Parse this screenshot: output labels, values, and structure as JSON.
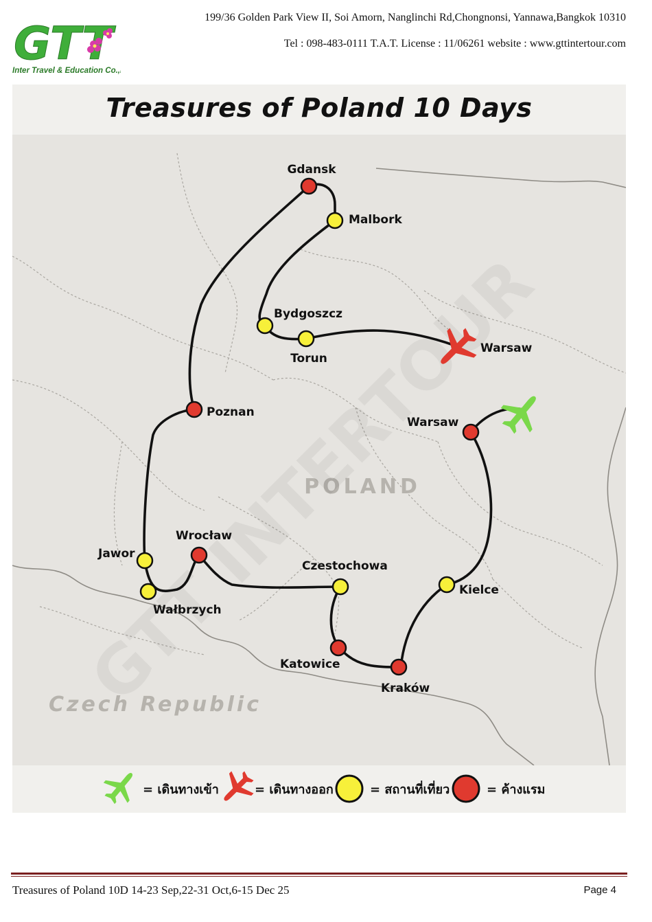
{
  "header": {
    "logo_text": "GTT",
    "logo_subtitle": "Inter Travel & Education Co.,Ltd.",
    "address": "199/36 Golden Park View II, Soi Amorn, Nanglinchi Rd,Chongnonsi, Yannawa,Bangkok 10310",
    "contact": "Tel : 098-483-0111 T.A.T. License : 11/06261 website : www.gttintertour.com"
  },
  "map": {
    "title": "Treasures of Poland 10 Days",
    "country_label": "POLAND",
    "neighbor_label": "Czech Republic",
    "watermark": "GTT INTERTOUR",
    "colors": {
      "route": "#111111",
      "overnight": "#e03a2f",
      "attraction": "#f7f03a",
      "arrival": "#7ad84a",
      "departure": "#e03a2f",
      "land": "#e6e4e0",
      "border": "#b9b6b0"
    },
    "cities": [
      {
        "name": "Gdansk",
        "type": "overnight"
      },
      {
        "name": "Malbork",
        "type": "attraction"
      },
      {
        "name": "Bydgoszcz",
        "type": "attraction"
      },
      {
        "name": "Torun",
        "type": "attraction"
      },
      {
        "name": "Warsaw",
        "type": "departure"
      },
      {
        "name": "Poznan",
        "type": "overnight"
      },
      {
        "name": "Warsaw",
        "type": "overnight"
      },
      {
        "name": "Jawor",
        "type": "attraction"
      },
      {
        "name": "Wrocław",
        "type": "overnight"
      },
      {
        "name": "Wałbrzych",
        "type": "attraction"
      },
      {
        "name": "Czestochowa",
        "type": "attraction"
      },
      {
        "name": "Kielce",
        "type": "attraction"
      },
      {
        "name": "Katowice",
        "type": "overnight"
      },
      {
        "name": "Kraków",
        "type": "overnight"
      }
    ],
    "legend": [
      {
        "icon": "arrival-plane-icon",
        "label": "= เดินทางเข้า"
      },
      {
        "icon": "departure-plane-icon",
        "label": "= เดินทางออก"
      },
      {
        "icon": "yellow-dot-icon",
        "label": "= สถานที่เที่ยว"
      },
      {
        "icon": "red-dot-icon",
        "label": "= ค้างแรม"
      }
    ]
  },
  "footer": {
    "trip": "Treasures of Poland 10D 14-23 Sep,22-31 Oct,6-15 Dec 25",
    "page": "Page 4"
  }
}
